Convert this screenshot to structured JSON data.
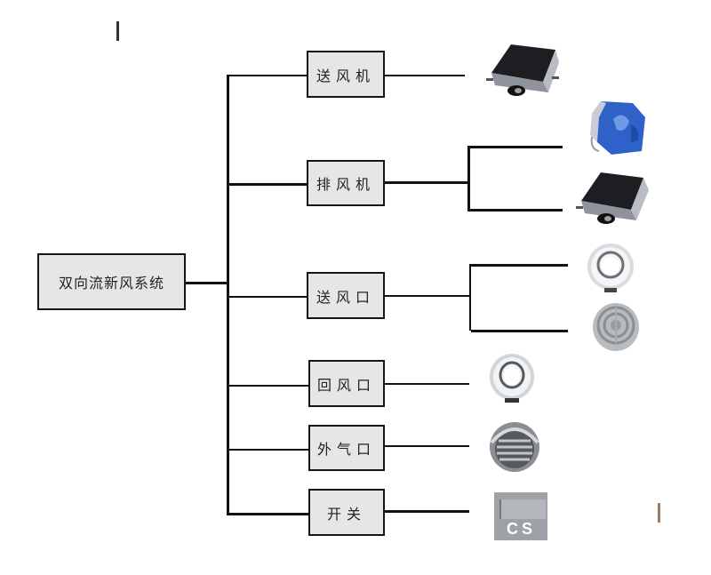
{
  "diagram": {
    "root": {
      "label": "双向流新风系统"
    },
    "branches": [
      {
        "label": "送风机",
        "products": [
          "black-fan-box"
        ]
      },
      {
        "label": "排风机",
        "products": [
          "blue-fan-unit",
          "black-fan-box"
        ]
      },
      {
        "label": "送风口",
        "products": [
          "round-diffuser-plain",
          "round-diffuser-ringed"
        ]
      },
      {
        "label": "回风口",
        "products": [
          "round-diffuser-plain"
        ]
      },
      {
        "label": "外气口",
        "products": [
          "outdoor-louver-hood"
        ]
      },
      {
        "label": "开关",
        "products": [
          "wall-switch"
        ]
      }
    ],
    "switch_logo": "CS"
  }
}
